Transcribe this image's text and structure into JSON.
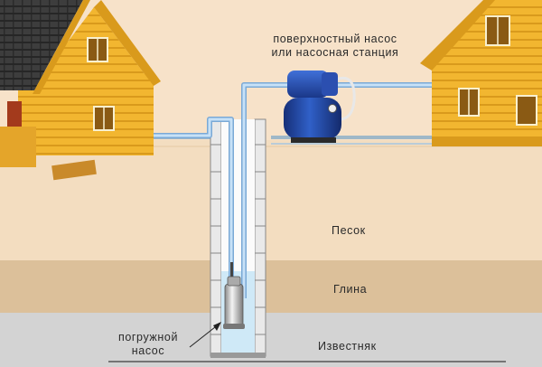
{
  "labels": {
    "surface_pump": {
      "line1": "поверхностный насос",
      "line2": "или насосная станция"
    },
    "submersible_pump": {
      "line1": "погружной",
      "line2": "насос"
    },
    "soil_layers": {
      "sand": "Песок",
      "clay": "Глина",
      "limestone": "Известняк"
    }
  },
  "colors": {
    "sky": "#f7e2c9",
    "ground_sand": "#f3ddc0",
    "clay": "#dcc09a",
    "limestone": "#d3d3d3",
    "house_wall": "#f2b630",
    "roof": "#3a3a3a",
    "pipe": "#a8cff0",
    "water": "#cfe9f7",
    "pump_body": "#1f3f9a"
  }
}
